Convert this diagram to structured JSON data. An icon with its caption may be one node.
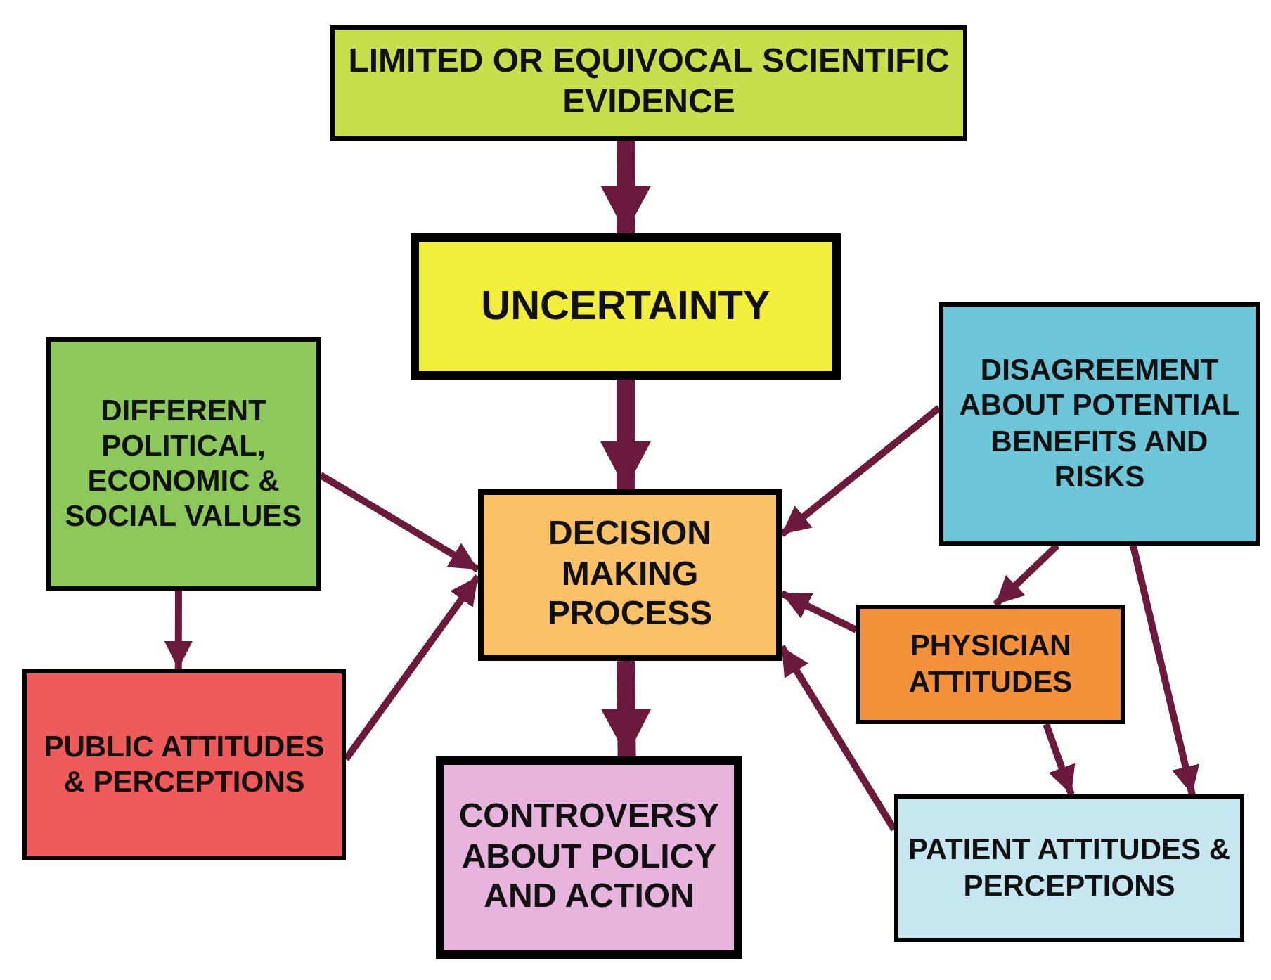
{
  "diagram": {
    "nodes": [
      {
        "text": [
          "LIMITED OR EQUIVOCAL SCIENTIFIC EVIDENCE"
        ]
      },
      {
        "text": [
          "UNCERTAINTY"
        ]
      },
      {
        "text": [
          "DIFFERENT POLITICAL, ECONOMIC & SOCIAL VALUES"
        ]
      },
      {
        "text": [
          "DECISION MAKING PROCESS"
        ]
      },
      {
        "text": [
          "DISAGREEMENT ABOUT POTENTIAL BENEFITS AND RISKS"
        ]
      },
      {
        "text": [
          "PUBLIC ATTITUDES & PERCEPTIONS"
        ]
      },
      {
        "text": [
          "PHYSICIAN ATTITUDES"
        ]
      },
      {
        "text": [
          "CONTROVERSY ABOUT POLICY AND ACTION"
        ]
      },
      {
        "text": [
          "PATIENT ATTITUDES & PERCEPTIONS"
        ]
      }
    ],
    "edges": [
      {
        "from": 0,
        "to": 1,
        "arrow": "to",
        "style": "thick"
      },
      {
        "from": 1,
        "to": 3,
        "arrow": "to",
        "style": "thick"
      },
      {
        "from": 3,
        "to": 7,
        "arrow": "to",
        "style": "thick"
      },
      {
        "from": 2,
        "to": 3,
        "arrow": "to"
      },
      {
        "from": 5,
        "to": 3,
        "arrow": "to"
      },
      {
        "from": 4,
        "to": 3,
        "arrow": "to"
      },
      {
        "from": 2,
        "to": 5,
        "arrow": "to"
      },
      {
        "from": 4,
        "to": 6,
        "arrow": "to"
      },
      {
        "from": 4,
        "to": 8,
        "arrow": "to"
      },
      {
        "from": 6,
        "to": 3,
        "arrow": "to"
      },
      {
        "from": 6,
        "to": 8,
        "arrow": "to"
      },
      {
        "from": 8,
        "to": 3,
        "arrow": "to"
      }
    ]
  }
}
